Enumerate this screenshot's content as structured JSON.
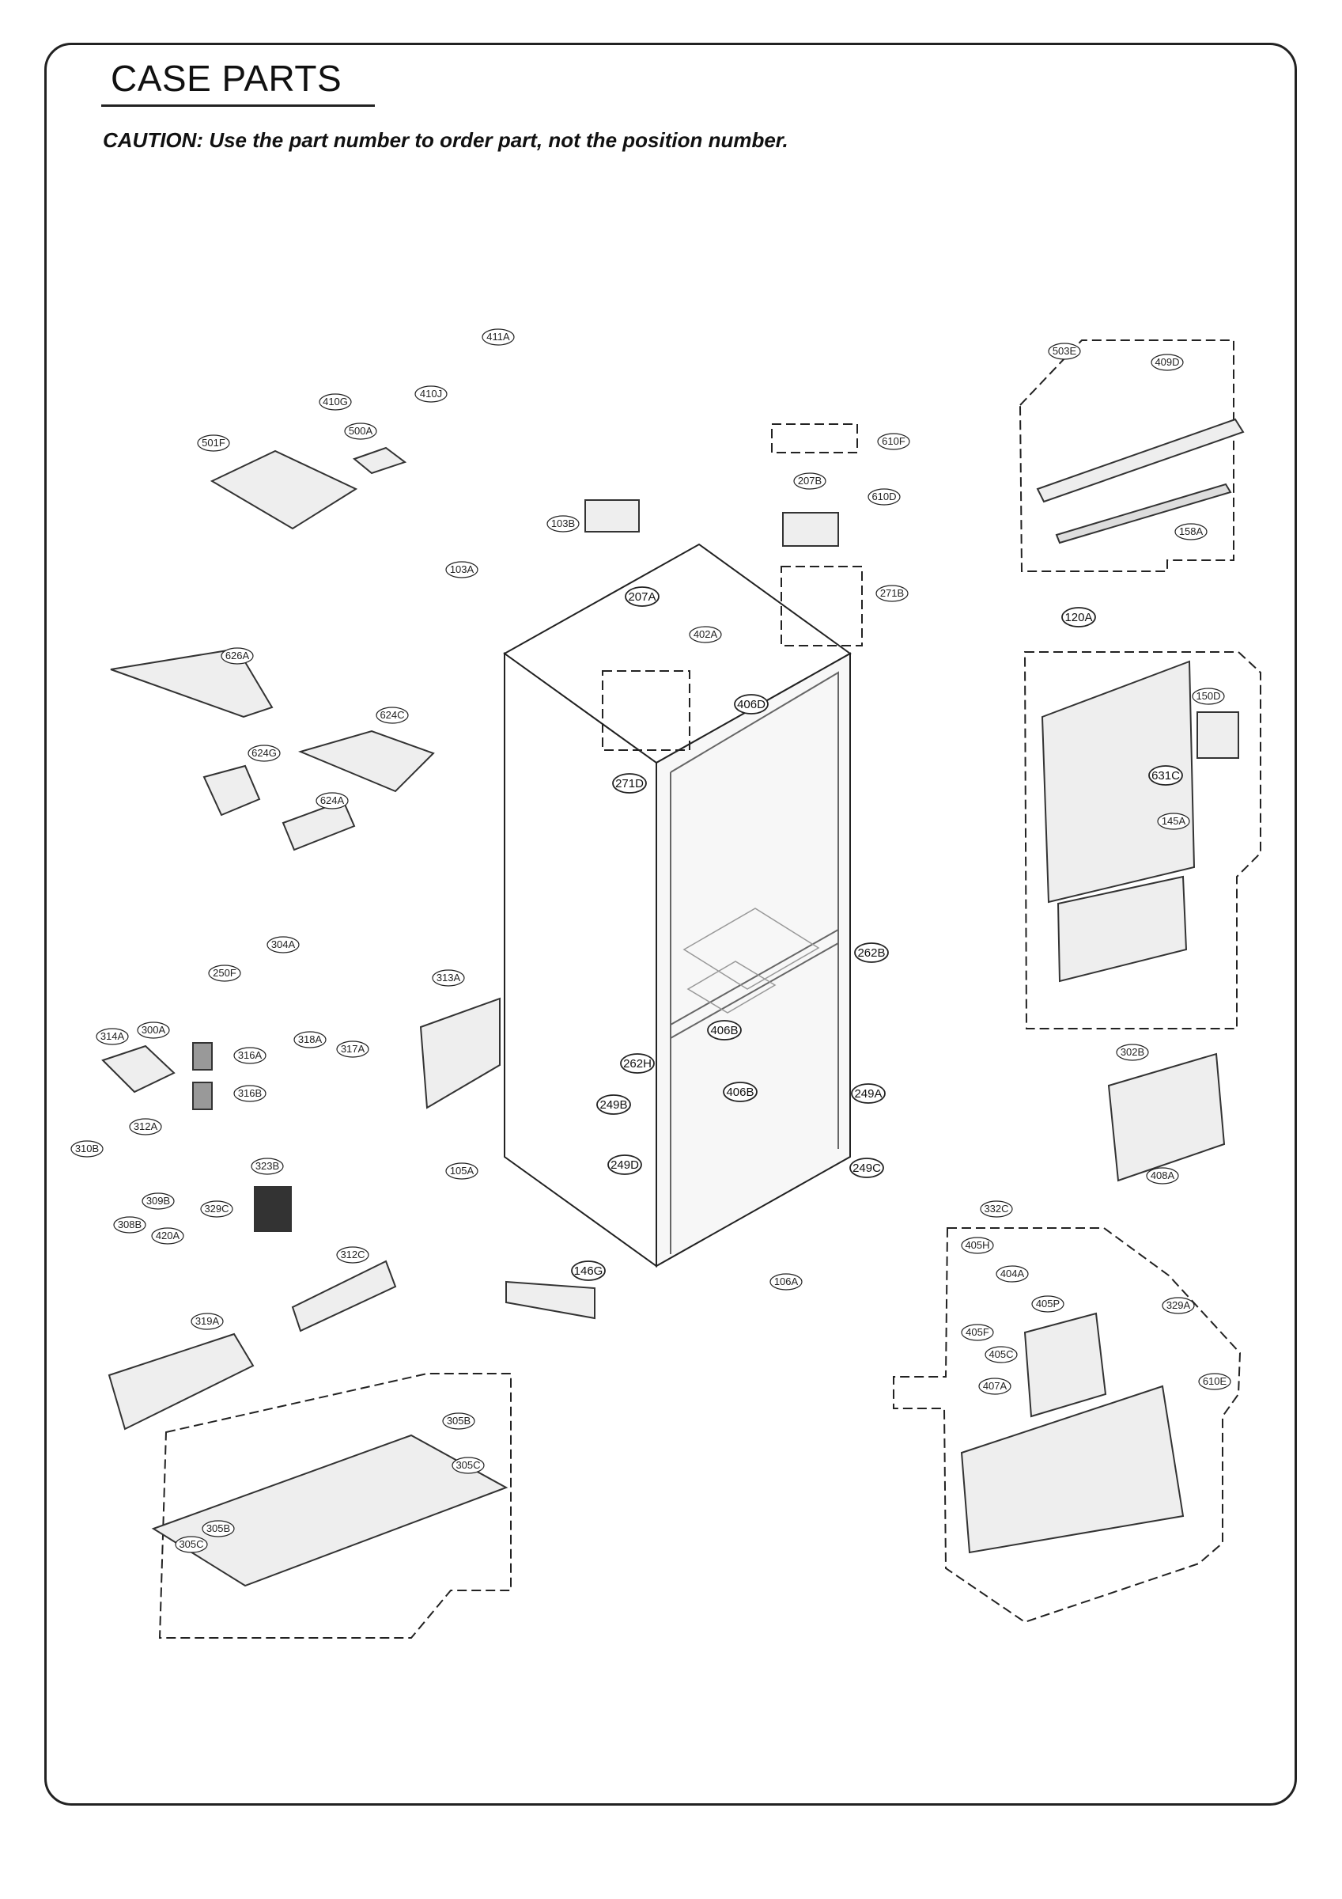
{
  "page": {
    "title": "CASE PARTS",
    "caution": "CAUTION: Use the part number to order part, not the position number."
  },
  "callouts": [
    {
      "id": "411A",
      "label": "411A"
    },
    {
      "id": "410G",
      "label": "410G"
    },
    {
      "id": "410J",
      "label": "410J"
    },
    {
      "id": "500A",
      "label": "500A"
    },
    {
      "id": "501F",
      "label": "501F"
    },
    {
      "id": "610F",
      "label": "610F"
    },
    {
      "id": "103B",
      "label": "103B"
    },
    {
      "id": "207B",
      "label": "207B"
    },
    {
      "id": "610D",
      "label": "610D"
    },
    {
      "id": "503E",
      "label": "503E"
    },
    {
      "id": "409D",
      "label": "409D"
    },
    {
      "id": "158A",
      "label": "158A"
    },
    {
      "id": "103A",
      "label": "103A"
    },
    {
      "id": "207A",
      "label": "207A"
    },
    {
      "id": "271B",
      "label": "271B"
    },
    {
      "id": "402A",
      "label": "402A"
    },
    {
      "id": "120A",
      "label": "120A"
    },
    {
      "id": "626A",
      "label": "626A"
    },
    {
      "id": "406D",
      "label": "406D"
    },
    {
      "id": "150D",
      "label": "150D"
    },
    {
      "id": "624C",
      "label": "624C"
    },
    {
      "id": "624G",
      "label": "624G"
    },
    {
      "id": "271D",
      "label": "271D"
    },
    {
      "id": "631C",
      "label": "631C"
    },
    {
      "id": "624A",
      "label": "624A"
    },
    {
      "id": "145A",
      "label": "145A"
    },
    {
      "id": "304A",
      "label": "304A"
    },
    {
      "id": "250F",
      "label": "250F"
    },
    {
      "id": "313A",
      "label": "313A"
    },
    {
      "id": "262B",
      "label": "262B"
    },
    {
      "id": "314A",
      "label": "314A"
    },
    {
      "id": "300A",
      "label": "300A"
    },
    {
      "id": "318A",
      "label": "318A"
    },
    {
      "id": "317A",
      "label": "317A"
    },
    {
      "id": "316A",
      "label": "316A"
    },
    {
      "id": "406B_1",
      "label": "406B"
    },
    {
      "id": "262H",
      "label": "262H"
    },
    {
      "id": "302B",
      "label": "302B"
    },
    {
      "id": "316B",
      "label": "316B"
    },
    {
      "id": "406B_2",
      "label": "406B"
    },
    {
      "id": "249B",
      "label": "249B"
    },
    {
      "id": "249A",
      "label": "249A"
    },
    {
      "id": "312A",
      "label": "312A"
    },
    {
      "id": "310B",
      "label": "310B"
    },
    {
      "id": "323B",
      "label": "323B"
    },
    {
      "id": "249D",
      "label": "249D"
    },
    {
      "id": "249C",
      "label": "249C"
    },
    {
      "id": "105A",
      "label": "105A"
    },
    {
      "id": "408A",
      "label": "408A"
    },
    {
      "id": "309B",
      "label": "309B"
    },
    {
      "id": "329C",
      "label": "329C"
    },
    {
      "id": "308B",
      "label": "308B"
    },
    {
      "id": "420A",
      "label": "420A"
    },
    {
      "id": "332C",
      "label": "332C"
    },
    {
      "id": "405H",
      "label": "405H"
    },
    {
      "id": "312C",
      "label": "312C"
    },
    {
      "id": "404A",
      "label": "404A"
    },
    {
      "id": "146G",
      "label": "146G"
    },
    {
      "id": "106A",
      "label": "106A"
    },
    {
      "id": "405P",
      "label": "405P"
    },
    {
      "id": "329A",
      "label": "329A"
    },
    {
      "id": "319A",
      "label": "319A"
    },
    {
      "id": "405F",
      "label": "405F"
    },
    {
      "id": "405C",
      "label": "405C"
    },
    {
      "id": "407A",
      "label": "407A"
    },
    {
      "id": "610E",
      "label": "610E"
    },
    {
      "id": "305B_1",
      "label": "305B"
    },
    {
      "id": "305C_1",
      "label": "305C"
    },
    {
      "id": "305B_2",
      "label": "305B"
    },
    {
      "id": "305C_2",
      "label": "305C"
    }
  ]
}
